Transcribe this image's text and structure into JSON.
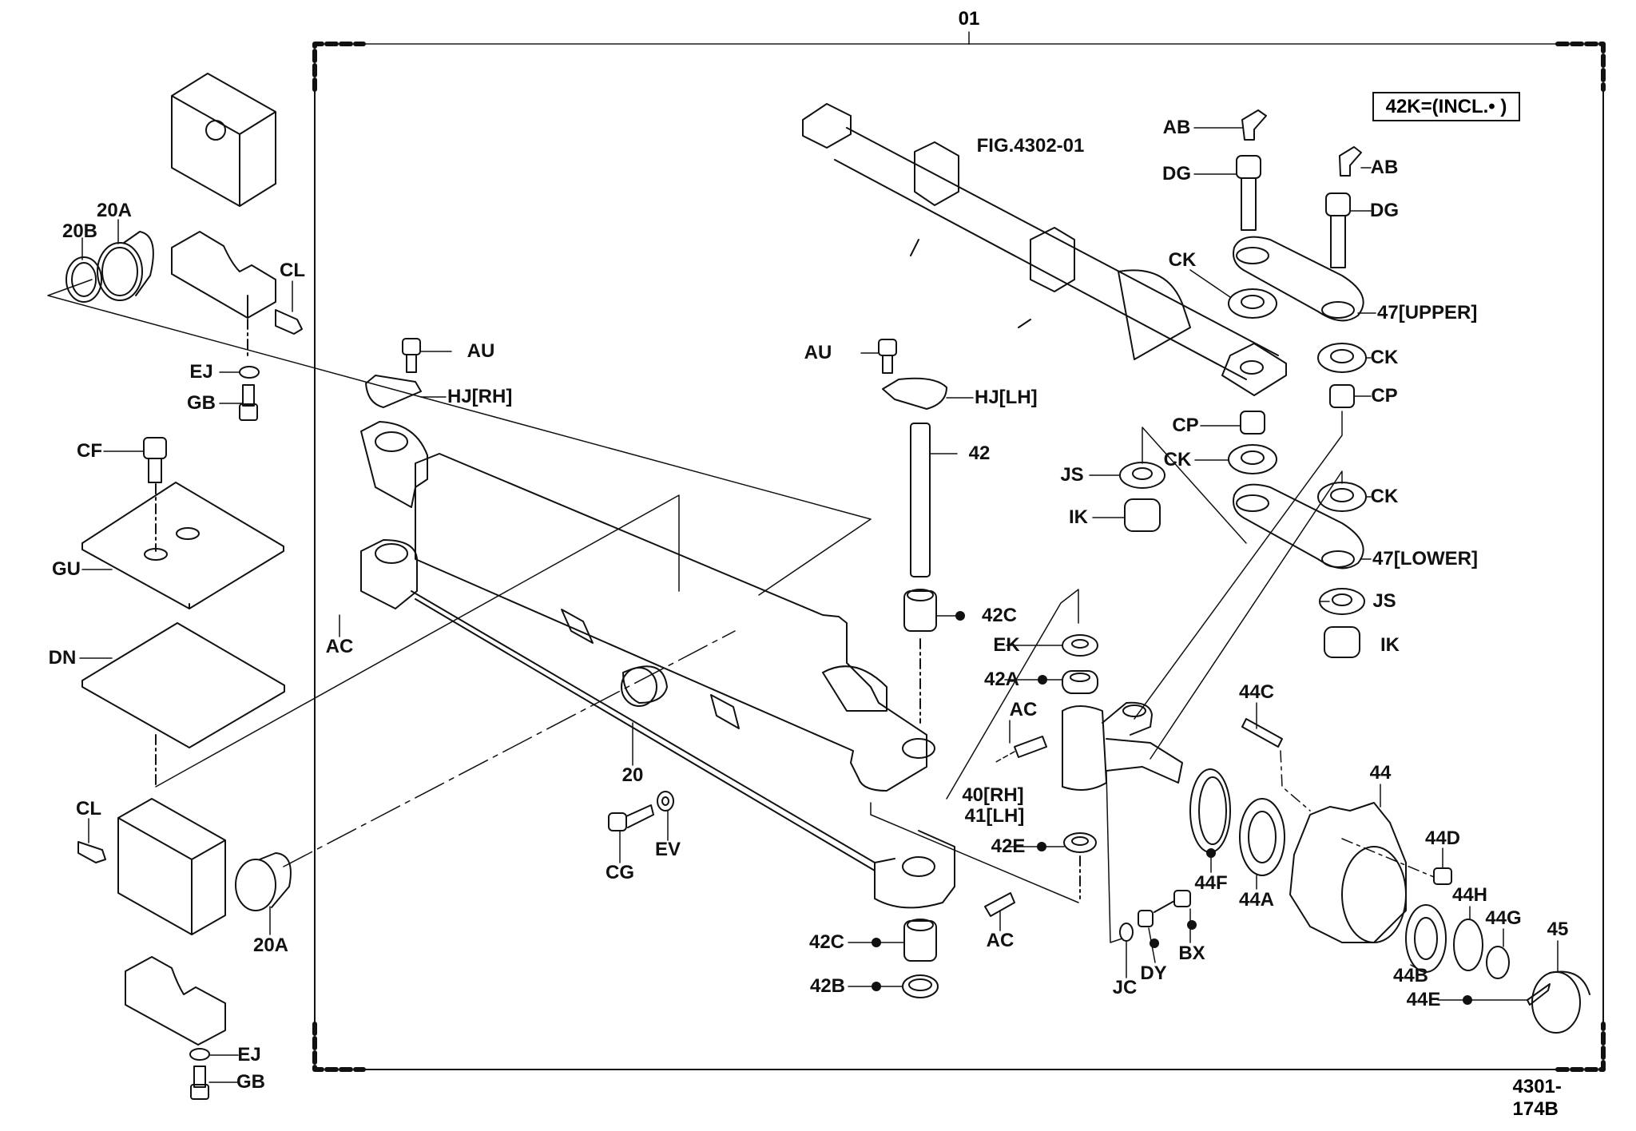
{
  "diagram": {
    "sheet_number": "01",
    "drawing_id": "4301-174B",
    "note": "42K=(INCL.• )",
    "reference_figure": "FIG.4302-01"
  },
  "callouts": [
    {
      "id": "20A-top",
      "label": "20A"
    },
    {
      "id": "20B",
      "label": "20B"
    },
    {
      "id": "CL-top",
      "label": "CL"
    },
    {
      "id": "EJ-top",
      "label": "EJ"
    },
    {
      "id": "GB-top",
      "label": "GB"
    },
    {
      "id": "CF",
      "label": "CF"
    },
    {
      "id": "GU",
      "label": "GU"
    },
    {
      "id": "DN",
      "label": "DN"
    },
    {
      "id": "AC-left",
      "label": "AC"
    },
    {
      "id": "CL-bottom",
      "label": "CL"
    },
    {
      "id": "20A-bottom",
      "label": "20A"
    },
    {
      "id": "EJ-bottom",
      "label": "EJ"
    },
    {
      "id": "GB-bottom",
      "label": "GB"
    },
    {
      "id": "AU-rh",
      "label": "AU"
    },
    {
      "id": "HJ-rh",
      "label": "HJ[RH]"
    },
    {
      "id": "AU-lh",
      "label": "AU"
    },
    {
      "id": "HJ-lh",
      "label": "HJ[LH]"
    },
    {
      "id": "42",
      "label": "42"
    },
    {
      "id": "42C-top",
      "label": "42C"
    },
    {
      "id": "EK",
      "label": "EK"
    },
    {
      "id": "42A",
      "label": "42A"
    },
    {
      "id": "AC-knuckle",
      "label": "AC"
    },
    {
      "id": "40RH",
      "label": "40[RH]"
    },
    {
      "id": "41LH",
      "label": "41[LH]"
    },
    {
      "id": "42E",
      "label": "42E"
    },
    {
      "id": "20",
      "label": "20"
    },
    {
      "id": "CG",
      "label": "CG"
    },
    {
      "id": "EV",
      "label": "EV"
    },
    {
      "id": "42C-bottom",
      "label": "42C"
    },
    {
      "id": "42B",
      "label": "42B"
    },
    {
      "id": "AC-bottom",
      "label": "AC"
    },
    {
      "id": "AB-1",
      "label": "AB"
    },
    {
      "id": "DG-1",
      "label": "DG"
    },
    {
      "id": "AB-2",
      "label": "AB"
    },
    {
      "id": "DG-2",
      "label": "DG"
    },
    {
      "id": "CK-1",
      "label": "CK"
    },
    {
      "id": "47-upper",
      "label": "47[UPPER]"
    },
    {
      "id": "CK-2",
      "label": "CK"
    },
    {
      "id": "CP-1",
      "label": "CP"
    },
    {
      "id": "CP-2",
      "label": "CP"
    },
    {
      "id": "CK-3",
      "label": "CK"
    },
    {
      "id": "CK-4",
      "label": "CK"
    },
    {
      "id": "47-lower",
      "label": "47[LOWER]"
    },
    {
      "id": "JS-1",
      "label": "JS"
    },
    {
      "id": "IK-1",
      "label": "IK"
    },
    {
      "id": "JS-2",
      "label": "JS"
    },
    {
      "id": "IK-2",
      "label": "IK"
    },
    {
      "id": "44C",
      "label": "44C"
    },
    {
      "id": "44",
      "label": "44"
    },
    {
      "id": "44D",
      "label": "44D"
    },
    {
      "id": "44F",
      "label": "44F"
    },
    {
      "id": "44A",
      "label": "44A"
    },
    {
      "id": "44H",
      "label": "44H"
    },
    {
      "id": "44G",
      "label": "44G"
    },
    {
      "id": "45",
      "label": "45"
    },
    {
      "id": "44B",
      "label": "44B"
    },
    {
      "id": "44E",
      "label": "44E"
    },
    {
      "id": "JC",
      "label": "JC"
    },
    {
      "id": "DY",
      "label": "DY"
    },
    {
      "id": "BX",
      "label": "BX"
    }
  ]
}
